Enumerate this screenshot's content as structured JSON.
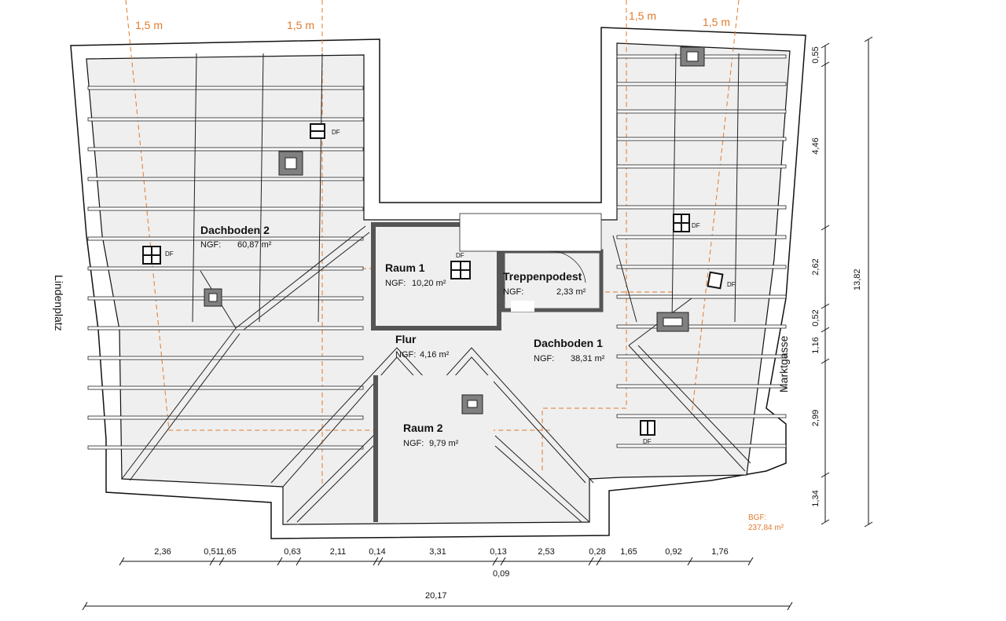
{
  "plan": {
    "rooms": [
      {
        "name": "Dachboden 2",
        "ngf_label": "NGF:",
        "area": "60,87 m²"
      },
      {
        "name": "Raum 1",
        "ngf_label": "NGF:",
        "area": "10,20 m²"
      },
      {
        "name": "Treppenpodest",
        "ngf_label": "NGF:",
        "area": "2,33 m²"
      },
      {
        "name": "Flur",
        "ngf_label": "NGF:",
        "area": "4,16 m²"
      },
      {
        "name": "Dachboden 1",
        "ngf_label": "NGF:",
        "area": "38,31 m²"
      },
      {
        "name": "Raum 2",
        "ngf_label": "NGF:",
        "area": "9,79 m²"
      }
    ],
    "skylight_label": "DF",
    "streets": {
      "left": "Lindenplatz",
      "right": "Marktgasse"
    },
    "height_markers": [
      "1,5 m",
      "1,5 m",
      "1,5 m",
      "1,5 m"
    ],
    "bgf": {
      "label": "BGF:",
      "value": "237,84 m²"
    },
    "dimensions": {
      "bottom": [
        "2,36",
        "0,51",
        "1,65",
        "0,63",
        "2,11",
        "0,14",
        "3,31",
        "0,13",
        "2,53",
        "0,28",
        "1,65",
        "0,92",
        "1,76"
      ],
      "bottom_extra": "0,09",
      "bottom_total": "20,17",
      "right": [
        "0,55",
        "4,46",
        "2,62",
        "0,52",
        "1,16",
        "2,99",
        "1,34"
      ],
      "right_total": "13,82"
    },
    "colors": {
      "accent": "#e07a2e",
      "floor": "#efefef",
      "chimney": "#808080",
      "wall": "#111111"
    }
  }
}
